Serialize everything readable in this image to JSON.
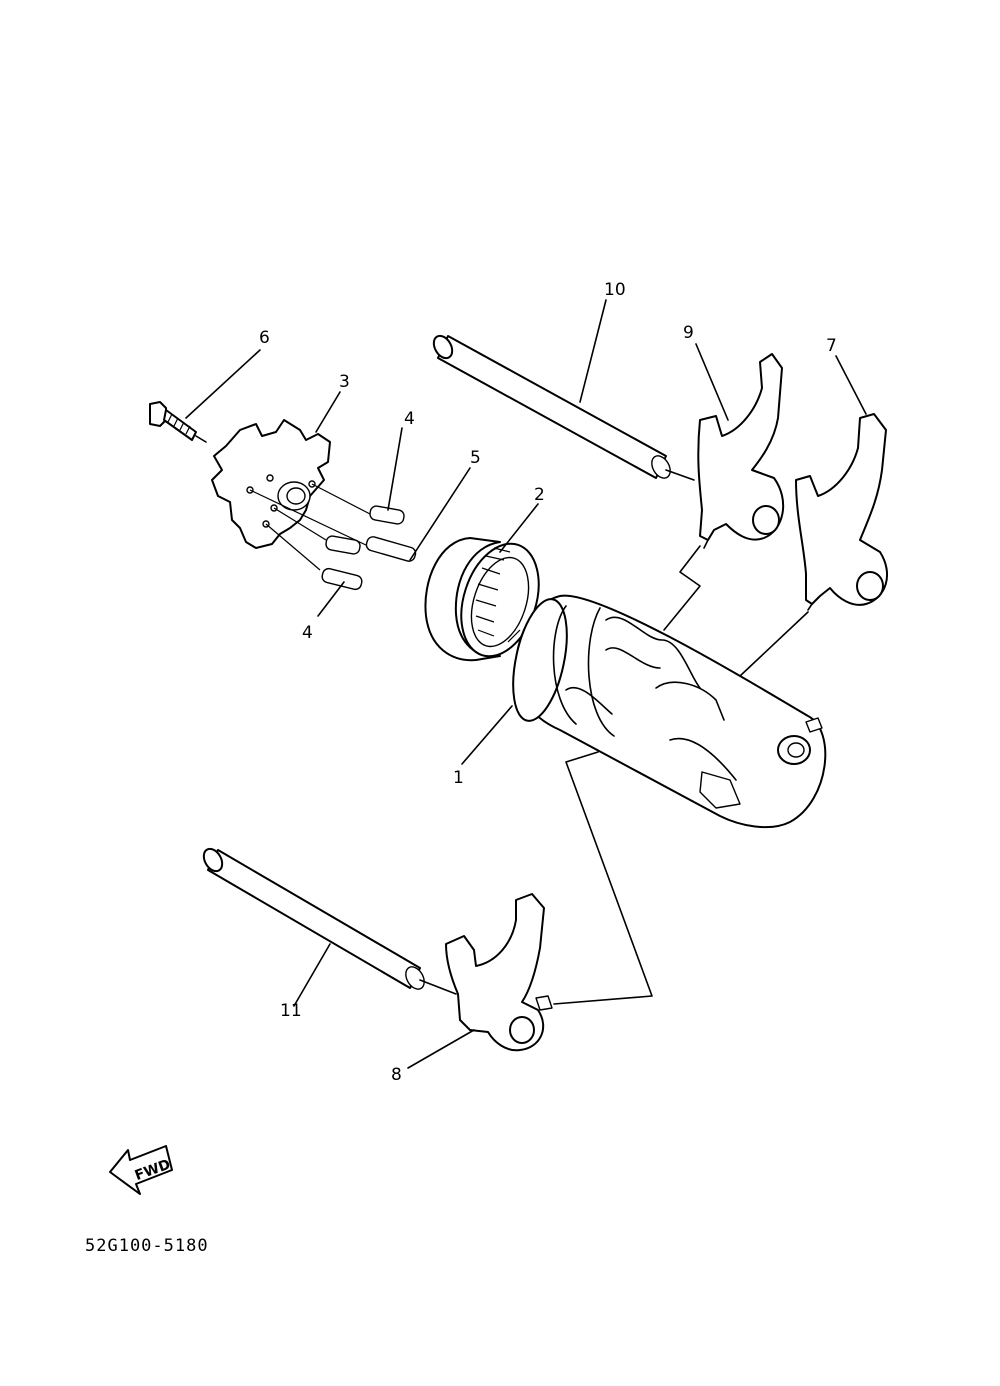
{
  "callouts": {
    "c1": "1",
    "c2": "2",
    "c3": "3",
    "c4a": "4",
    "c4b": "4",
    "c5": "5",
    "c6": "6",
    "c7": "7",
    "c8": "8",
    "c9": "9",
    "c10": "10",
    "c11": "11"
  },
  "fwd_label": "FWD",
  "diagram_code": "52G100-5180"
}
